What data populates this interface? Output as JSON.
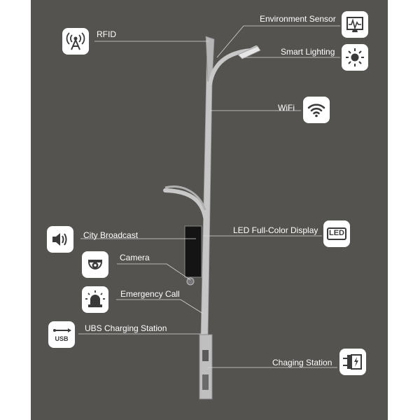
{
  "features": {
    "rfid": {
      "label": "RFID",
      "icon": "rfid-antenna-icon"
    },
    "environment_sensor": {
      "label": "Environment Sensor",
      "icon": "monitor-pulse-icon"
    },
    "smart_lighting": {
      "label": "Smart Lighting",
      "icon": "sun-icon"
    },
    "wifi": {
      "label": "WiFi",
      "icon": "wifi-icon"
    },
    "city_broadcast": {
      "label": "City Broadcast",
      "icon": "speaker-icon"
    },
    "led_display": {
      "label": "LED Full-Color Display",
      "icon": "led-icon",
      "icon_text": "LED"
    },
    "camera": {
      "label": "Camera",
      "icon": "camera-dome-icon"
    },
    "emergency_call": {
      "label": "Emergency Call",
      "icon": "alarm-beacon-icon"
    },
    "usb_charging": {
      "label": "UBS Charging Station",
      "icon": "usb-icon",
      "icon_text": "USB"
    },
    "charging_station": {
      "label": "Chaging Station",
      "icon": "ev-plug-icon"
    }
  },
  "colors": {
    "background": "#555350",
    "pole": "#c9c9c9",
    "badge": "#ffffff",
    "icon": "#3a3a3a",
    "text": "#ffffff"
  }
}
